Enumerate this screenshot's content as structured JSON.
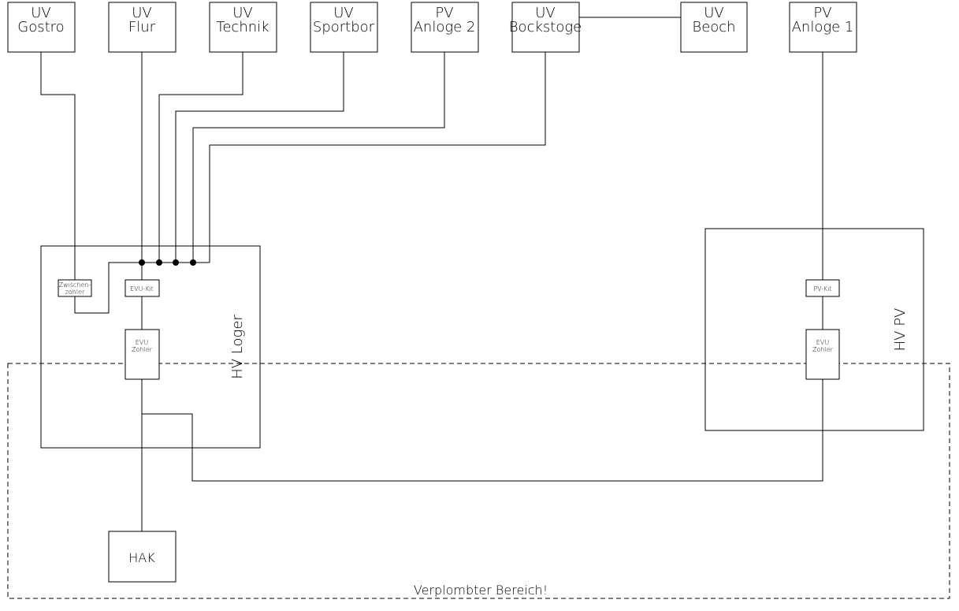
{
  "distribution_boards": [
    {
      "line1": "UV",
      "line2": "Gostro"
    },
    {
      "line1": "UV",
      "line2": "Flur"
    },
    {
      "line1": "UV",
      "line2": "Technik"
    },
    {
      "line1": "UV",
      "line2": "Sportbor"
    },
    {
      "line1": "PV",
      "line2": "Anloge 2"
    },
    {
      "line1": "UV",
      "line2": "Bockstoge"
    },
    {
      "line1": "UV",
      "line2": "Beoch"
    },
    {
      "line1": "PV",
      "line2": "Anloge 1"
    }
  ],
  "hv_lager": {
    "label": "HV Loger",
    "zwischen_line1": "Zwischen-",
    "zwischen_line2": "zohler",
    "evu_kit": "EVU-Kit",
    "evu_zaehler_line1": "EVU",
    "evu_zaehler_line2": "Zohler"
  },
  "hv_pv": {
    "label": "HV PV",
    "pv_kit": "PV-Kit",
    "evu_zaehler_line1": "EVU",
    "evu_zaehler_line2": "Zohler"
  },
  "hak": {
    "label": "HAK"
  },
  "sealed_area": {
    "label": "Verplombter Bereich!"
  },
  "colors": {
    "line": "#000000",
    "background": "#ffffff"
  }
}
